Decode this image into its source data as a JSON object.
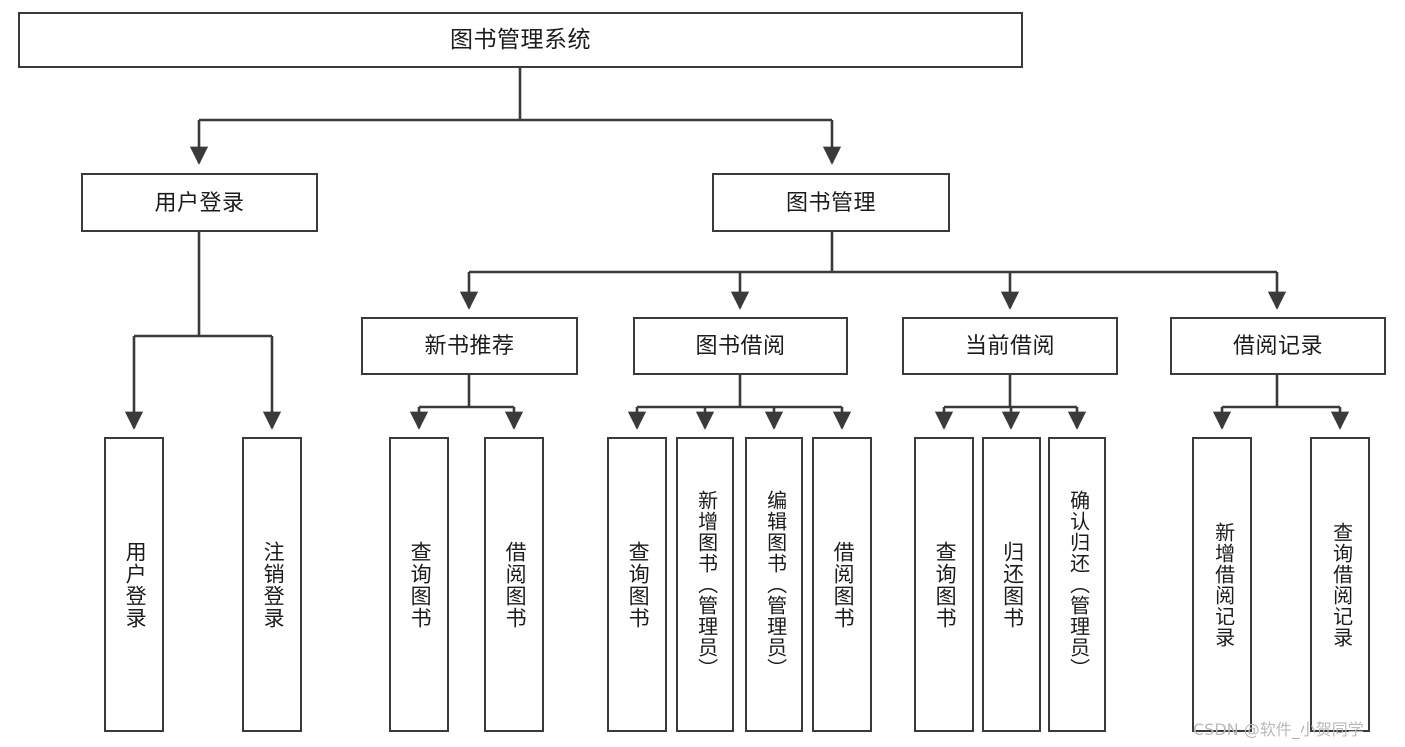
{
  "diagram": {
    "type": "tree",
    "title": "图书管理系统",
    "orientation": "top-down",
    "colors": {
      "border": "#3a3a3a",
      "text": "#1c1c1c",
      "background": "#ffffff",
      "edge": "#3a3a3a",
      "watermark": "#b9b9b9"
    },
    "nodes": {
      "root": {
        "label": "图书管理系统"
      },
      "level2": [
        {
          "label": "用户登录"
        },
        {
          "label": "图书管理"
        }
      ],
      "level3": [
        {
          "label": "新书推荐"
        },
        {
          "label": "图书借阅"
        },
        {
          "label": "当前借阅"
        },
        {
          "label": "借阅记录"
        }
      ],
      "leaves_user_login": [
        {
          "label": "用户登录"
        },
        {
          "label": "注销登录"
        }
      ],
      "leaves_new_book": [
        {
          "label": "查询图书"
        },
        {
          "label": "借阅图书"
        }
      ],
      "leaves_borrow": [
        {
          "label": "查询图书"
        },
        {
          "label": "新增图书（管理员）"
        },
        {
          "label": "编辑图书（管理员）"
        },
        {
          "label": "借阅图书"
        }
      ],
      "leaves_current": [
        {
          "label": "查询图书"
        },
        {
          "label": "归还图书"
        },
        {
          "label": "确认归还（管理员）"
        }
      ],
      "leaves_records": [
        {
          "label": "新增借阅记录"
        },
        {
          "label": "查询借阅记录"
        }
      ]
    },
    "watermark": "CSDN @软件_小贺同学"
  }
}
